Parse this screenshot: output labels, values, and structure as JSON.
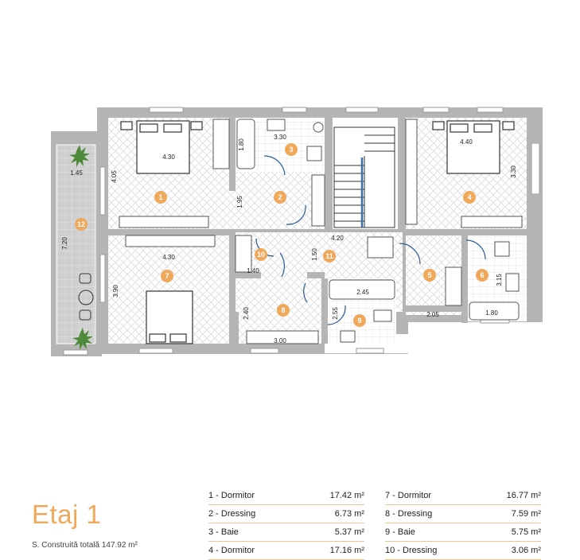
{
  "floor": {
    "title": "Etaj 1",
    "subnote": "S. Construită totală  147.92 m²"
  },
  "colors": {
    "wall": "#b5b5b5",
    "accent": "#f0a85a",
    "hatch": "#d9d9d9",
    "badge_text": "#ffffff"
  },
  "rooms": [
    {
      "num": "1",
      "name": "Dormitor",
      "area": "17.42 m²"
    },
    {
      "num": "2",
      "name": "Dressing",
      "area": "6.73 m²"
    },
    {
      "num": "3",
      "name": "Baie",
      "area": "5.37 m²"
    },
    {
      "num": "4",
      "name": "Dormitor",
      "area": "17.16 m²"
    },
    {
      "num": "5",
      "name": "",
      "area": ""
    },
    {
      "num": "6",
      "name": "",
      "area": ""
    },
    {
      "num": "7",
      "name": "Dormitor",
      "area": "16.77 m²"
    },
    {
      "num": "8",
      "name": "Dressing",
      "area": "7.59 m²"
    },
    {
      "num": "9",
      "name": "Baie",
      "area": "5.75 m²"
    },
    {
      "num": "10",
      "name": "Dressing",
      "area": "3.06 m²"
    },
    {
      "num": "11",
      "name": "",
      "area": ""
    },
    {
      "num": "12",
      "name": "",
      "area": ""
    }
  ],
  "table_left": [
    {
      "label": "1 - Dormitor",
      "value": "17.42 m²"
    },
    {
      "label": "2 - Dressing",
      "value": "6.73 m²"
    },
    {
      "label": "3 - Baie",
      "value": "5.37 m²"
    },
    {
      "label": "4 - Dormitor",
      "value": "17.16 m²"
    }
  ],
  "table_right": [
    {
      "label": "7 - Dormitor",
      "value": "16.77 m²"
    },
    {
      "label": "8 - Dressing",
      "value": "7.59 m²"
    },
    {
      "label": "9 - Baie",
      "value": "5.75 m²"
    },
    {
      "label": "10 - Dressing",
      "value": "3.06 m²"
    }
  ],
  "dimensions": {
    "d_430_top": "4.30",
    "d_405": "4.05",
    "d_145": "1.45",
    "d_720": "7.20",
    "d_330": "3.30",
    "d_180_bath": "1.80",
    "d_195": "1.95",
    "d_420": "4.20",
    "d_150": "1.50",
    "d_140": "1.40",
    "d_440": "4.40",
    "d_330_r": "3.30",
    "d_430_bot": "4.30",
    "d_390": "3.90",
    "d_240": "2.40",
    "d_300": "3.00",
    "d_245": "2.45",
    "d_255": "2.55",
    "d_205": "2.05",
    "d_180_r": "1.80",
    "d_315": "3.15"
  }
}
